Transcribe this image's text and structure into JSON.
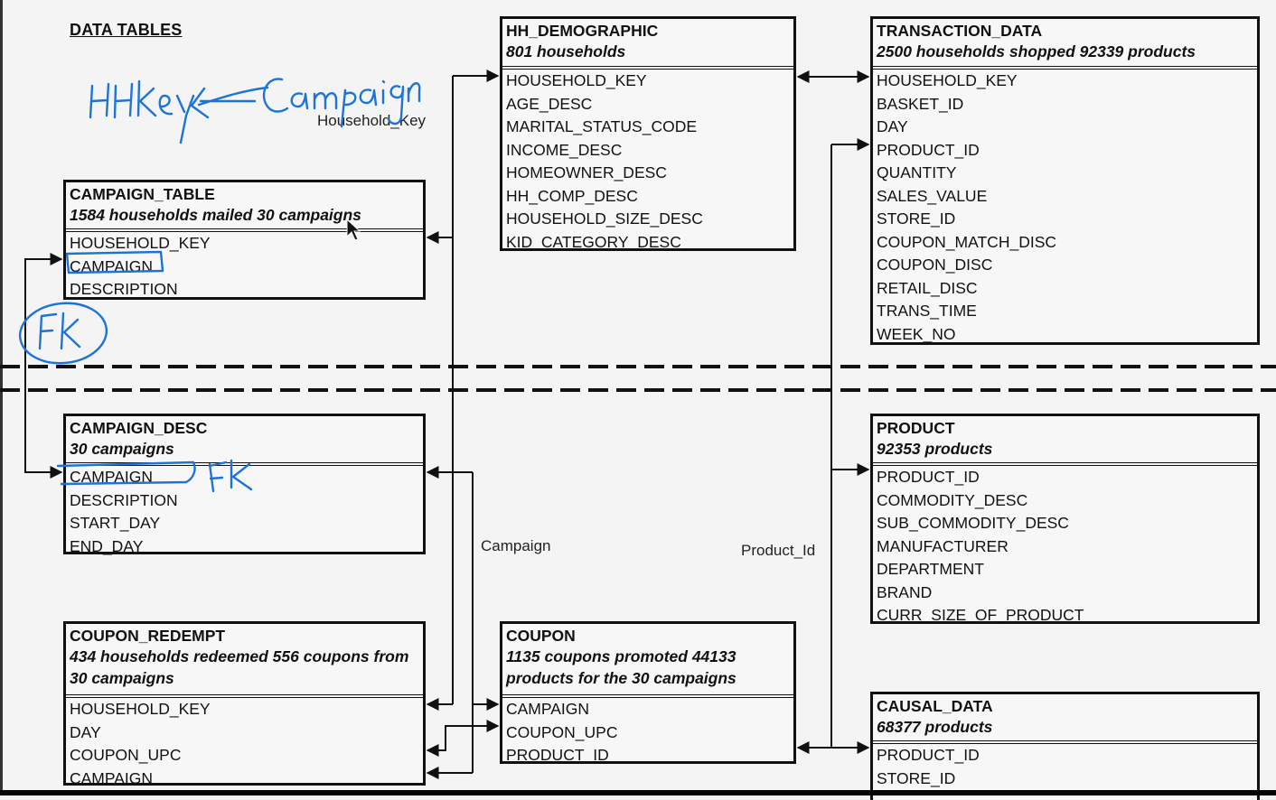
{
  "page": {
    "title": "DATA TABLES"
  },
  "tables": {
    "hh_demographic": {
      "name": "HH_DEMOGRAPHIC",
      "subtitle": "801 households",
      "fields": [
        "HOUSEHOLD_KEY",
        "AGE_DESC",
        "MARITAL_STATUS_CODE",
        "INCOME_DESC",
        "HOMEOWNER_DESC",
        "HH_COMP_DESC",
        "HOUSEHOLD_SIZE_DESC",
        "KID_CATEGORY_DESC"
      ]
    },
    "transaction_data": {
      "name": "TRANSACTION_DATA",
      "subtitle": "2500 households shopped 92339 products",
      "fields": [
        "HOUSEHOLD_KEY",
        "BASKET_ID",
        "DAY",
        "PRODUCT_ID",
        "QUANTITY",
        "SALES_VALUE",
        "STORE_ID",
        "COUPON_MATCH_DISC",
        "COUPON_DISC",
        "RETAIL_DISC",
        "TRANS_TIME",
        "WEEK_NO"
      ]
    },
    "campaign_table": {
      "name": "CAMPAIGN_TABLE",
      "subtitle": "1584 households mailed 30 campaigns",
      "fields": [
        "HOUSEHOLD_KEY",
        "CAMPAIGN",
        "DESCRIPTION"
      ]
    },
    "campaign_desc": {
      "name": "CAMPAIGN_DESC",
      "subtitle": "30 campaigns",
      "fields": [
        "CAMPAIGN",
        "DESCRIPTION",
        "START_DAY",
        "END_DAY"
      ]
    },
    "product": {
      "name": "PRODUCT",
      "subtitle": "92353 products",
      "fields": [
        "PRODUCT_ID",
        "COMMODITY_DESC",
        "SUB_COMMODITY_DESC",
        "MANUFACTURER",
        "DEPARTMENT",
        "BRAND",
        "CURR_SIZE_OF_PRODUCT"
      ]
    },
    "coupon_redempt": {
      "name": "COUPON_REDEMPT",
      "subtitle": "434 households redeemed 556 coupons from 30 campaigns",
      "fields": [
        "HOUSEHOLD_KEY",
        "DAY",
        "COUPON_UPC",
        "CAMPAIGN"
      ]
    },
    "coupon": {
      "name": "COUPON",
      "subtitle": "1135 coupons promoted 44133 products for the 30 campaigns",
      "fields": [
        "CAMPAIGN",
        "COUPON_UPC",
        "PRODUCT_ID"
      ]
    },
    "causal_data": {
      "name": "CAUSAL_DATA",
      "subtitle": "68377 products",
      "fields": [
        "PRODUCT_ID",
        "STORE_ID"
      ]
    }
  },
  "edge_labels": {
    "household_key": "Household_Key",
    "campaign": "Campaign",
    "product_id": "Product_Id"
  },
  "annotations": {
    "hh_key_campaign": "HH Key ← Campaign",
    "fk_circle": "FK",
    "fk_note": "FK"
  },
  "colors": {
    "ink": "#111111",
    "annotation": "#1e73d6"
  }
}
